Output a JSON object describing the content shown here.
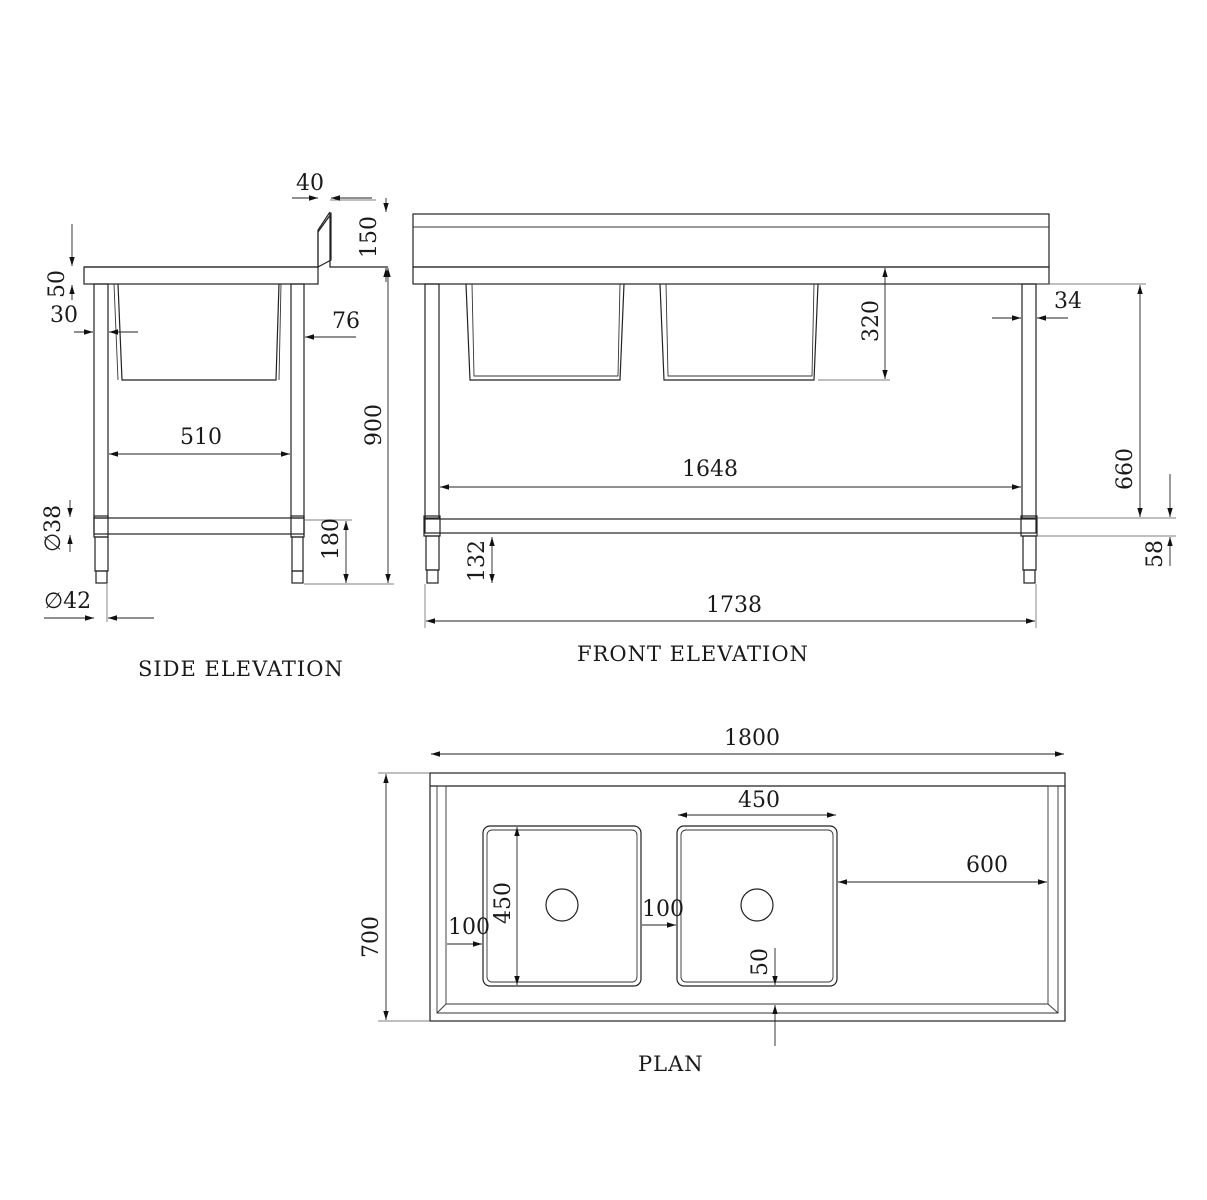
{
  "side_elevation": {
    "title": "SIDE ELEVATION",
    "dims": {
      "top_offset": "40",
      "splashback_height": "150",
      "benchtop_thickness": "50",
      "front_overhang": "30",
      "rear_offset": "76",
      "leg_span": "510",
      "total_height": "900",
      "rail_height": "180",
      "rail_tube": "∅38",
      "leg_tube": "∅42"
    }
  },
  "front_elevation": {
    "title": "FRONT ELEVATION",
    "dims": {
      "bowl_depth": "320",
      "leg_inset": "34",
      "inner_span": "1648",
      "under_clearance": "660",
      "rail_offset": "58",
      "rail_height": "132",
      "overall_leg_span": "1738"
    }
  },
  "plan": {
    "title": "PLAN",
    "dims": {
      "overall_length": "1800",
      "overall_depth": "700",
      "bowl_width": "450",
      "bowl_depth": "450",
      "drainer_length": "600",
      "left_margin": "100",
      "bowl_gap": "100",
      "front_margin": "50"
    }
  }
}
